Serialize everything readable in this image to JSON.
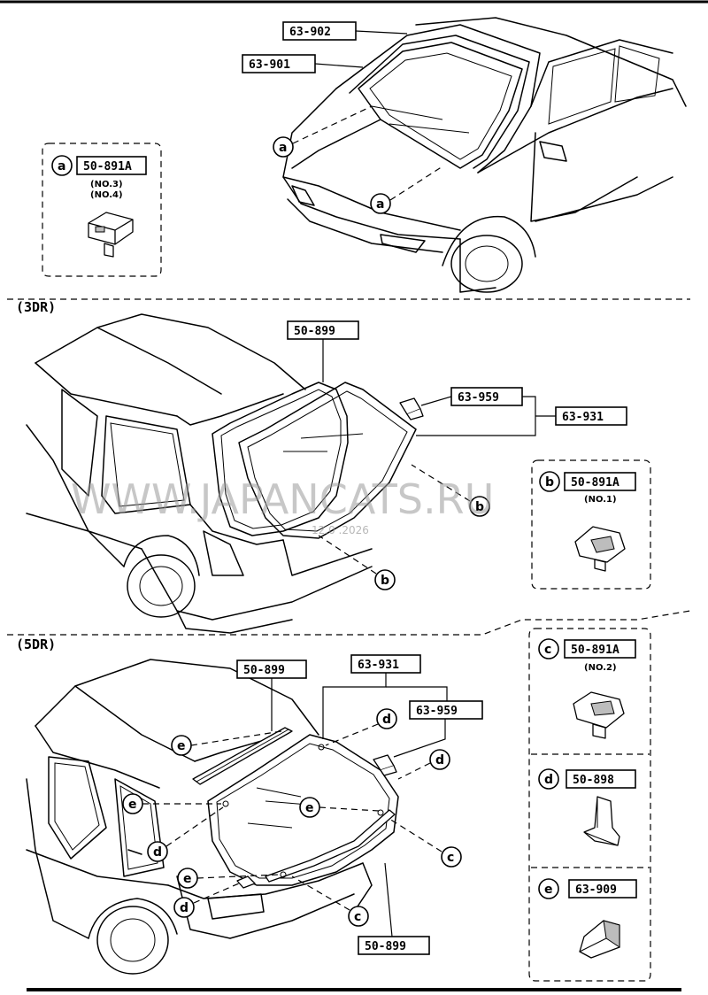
{
  "part_numbers": {
    "windshield_molding_upper": "63-902",
    "windshield_glass": "63-901",
    "clip_a": "50-891A",
    "molding_3dr": "50-899",
    "spacer_3dr": "63-959",
    "rear_glass_3dr": "63-931",
    "clip_b": "50-891A",
    "molding_5dr_upper": "50-899",
    "rear_glass_5dr": "63-931",
    "spacer_5dr": "63-959",
    "molding_5dr_lower": "50-899",
    "clip_c": "50-891A",
    "clip_d": "50-898",
    "stopper_e": "63-909"
  },
  "callouts": {
    "a": "a",
    "b": "b",
    "c": "c",
    "d": "d",
    "e": "e"
  },
  "notes": {
    "a_line1": "(NO.3)",
    "a_line2": "(NO.4)",
    "b_line1": "(NO.1)",
    "c_line1": "(NO.2)"
  },
  "sections": {
    "three_door": "(3DR)",
    "five_door": "(5DR)"
  },
  "watermark": {
    "site": "WWW.JAPANCATS.RU",
    "date_fragment": "12.0 .2026"
  }
}
